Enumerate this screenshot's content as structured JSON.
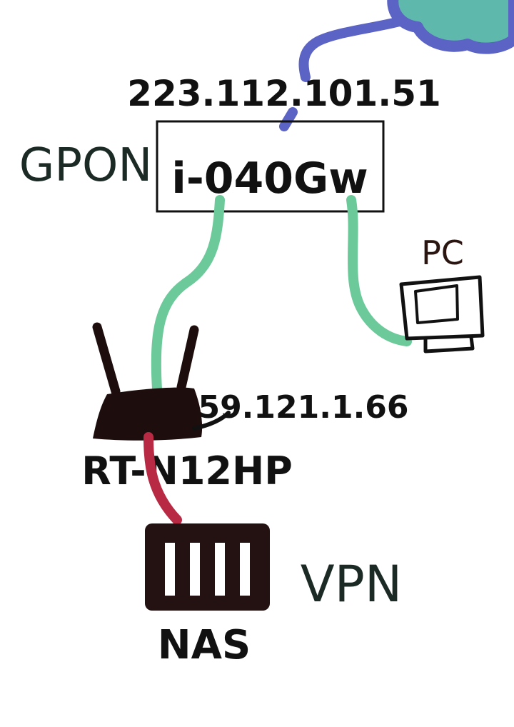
{
  "internet": {
    "ip": "223.112.101.51",
    "color_cloud_fill": "#5fb8ac",
    "color_cloud_stroke": "#5b63c4"
  },
  "gpon": {
    "label": "GPON",
    "model": "i-040Gw",
    "label_color": "#1c2a25"
  },
  "pc": {
    "label": "PC",
    "label_color": "#2a1510"
  },
  "router": {
    "model": "RT-N12HP",
    "ip": "59.121.1.66",
    "color": "#1e0d0d"
  },
  "nas": {
    "label": "NAS",
    "service": "VPN",
    "color": "#241212",
    "service_color": "#1c2a25"
  },
  "links": {
    "lan_color": "#6cc99a",
    "nas_link_color": "#b82a44",
    "wan_color": "#5b63c4"
  }
}
